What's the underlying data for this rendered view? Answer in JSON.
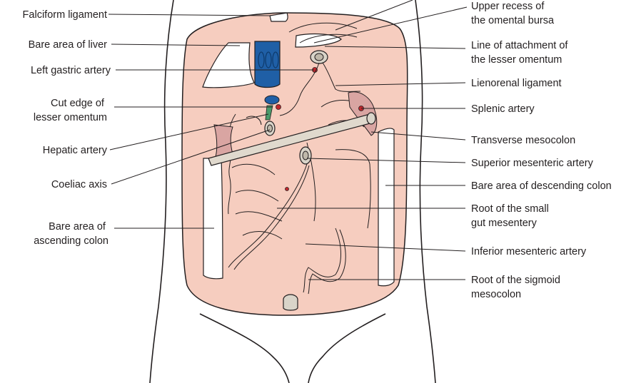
{
  "diagram": {
    "labels_left": [
      {
        "key": "falciform",
        "lines": [
          "Falciform ligament"
        ]
      },
      {
        "key": "bare_liver",
        "lines": [
          "Bare area of liver"
        ]
      },
      {
        "key": "left_gastric",
        "lines": [
          "Left gastric artery"
        ]
      },
      {
        "key": "cut_edge",
        "lines": [
          "Cut edge of",
          "lesser omentum"
        ]
      },
      {
        "key": "hepatic",
        "lines": [
          "Hepatic artery"
        ]
      },
      {
        "key": "coeliac",
        "lines": [
          "Coeliac axis"
        ]
      },
      {
        "key": "bare_ascending",
        "lines": [
          "Bare area of",
          "ascending colon"
        ]
      }
    ],
    "labels_right": [
      {
        "key": "upper_recess",
        "lines": [
          "Upper recess of",
          "the omental bursa"
        ]
      },
      {
        "key": "line_attachment",
        "lines": [
          "Line of attachment of",
          "the lesser omentum"
        ]
      },
      {
        "key": "lienorenal",
        "lines": [
          "Lienorenal ligament"
        ]
      },
      {
        "key": "splenic",
        "lines": [
          "Splenic artery"
        ]
      },
      {
        "key": "transverse",
        "lines": [
          "Transverse mesocolon"
        ]
      },
      {
        "key": "sup_mesenteric",
        "lines": [
          "Superior mesenteric artery"
        ]
      },
      {
        "key": "bare_descending",
        "lines": [
          "Bare area of descending colon"
        ]
      },
      {
        "key": "root_small_gut",
        "lines": [
          "Root of the small",
          "gut mesentery"
        ]
      },
      {
        "key": "inf_mesenteric",
        "lines": [
          "Inferior mesenteric artery"
        ]
      },
      {
        "key": "root_sigmoid",
        "lines": [
          "Root of the sigmoid",
          "mesocolon"
        ]
      }
    ]
  },
  "colors": {
    "peritoneum": "#f6cdbf",
    "vena_cava": "#1f5fa6",
    "artery": "#c0272d",
    "bile_duct": "#4a9a6a",
    "outline": "#231f20"
  }
}
